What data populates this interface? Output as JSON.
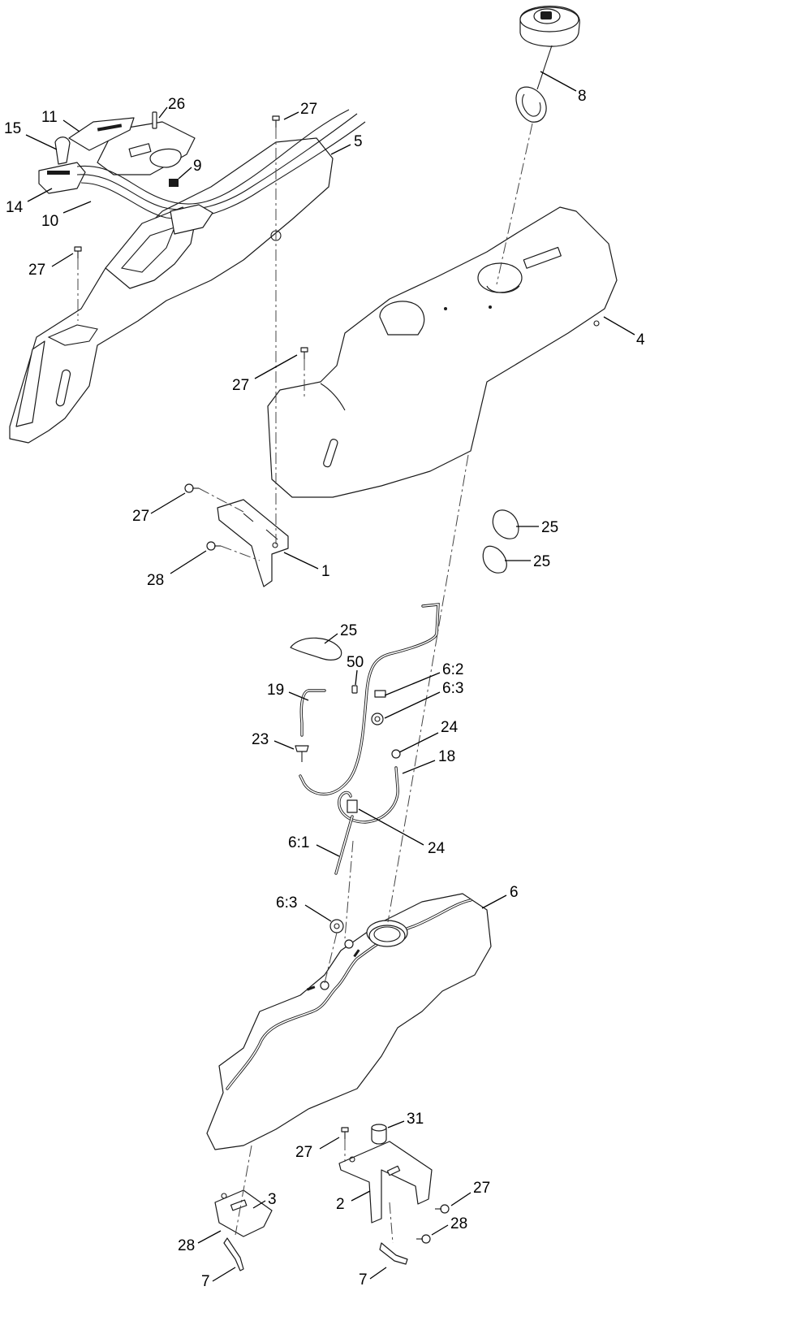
{
  "diagram": {
    "callouts": [
      {
        "id": "c-8",
        "label": "8"
      },
      {
        "id": "c-26",
        "label": "26"
      },
      {
        "id": "c-27a",
        "label": "27"
      },
      {
        "id": "c-11",
        "label": "11"
      },
      {
        "id": "c-15",
        "label": "15"
      },
      {
        "id": "c-5",
        "label": "5"
      },
      {
        "id": "c-9",
        "label": "9"
      },
      {
        "id": "c-14",
        "label": "14"
      },
      {
        "id": "c-10",
        "label": "10"
      },
      {
        "id": "c-27b",
        "label": "27"
      },
      {
        "id": "c-4",
        "label": "4"
      },
      {
        "id": "c-27c",
        "label": "27"
      },
      {
        "id": "c-27d",
        "label": "27"
      },
      {
        "id": "c-1",
        "label": "1"
      },
      {
        "id": "c-28a",
        "label": "28"
      },
      {
        "id": "c-25a",
        "label": "25"
      },
      {
        "id": "c-25b",
        "label": "25"
      },
      {
        "id": "c-25c",
        "label": "25"
      },
      {
        "id": "c-50",
        "label": "50"
      },
      {
        "id": "c-6-2",
        "label": "6:2"
      },
      {
        "id": "c-19",
        "label": "19"
      },
      {
        "id": "c-6-3a",
        "label": "6:3"
      },
      {
        "id": "c-24a",
        "label": "24"
      },
      {
        "id": "c-23",
        "label": "23"
      },
      {
        "id": "c-18",
        "label": "18"
      },
      {
        "id": "c-24b",
        "label": "24"
      },
      {
        "id": "c-6-1",
        "label": "6:1"
      },
      {
        "id": "c-6",
        "label": "6"
      },
      {
        "id": "c-6-3b",
        "label": "6:3"
      },
      {
        "id": "c-31",
        "label": "31"
      },
      {
        "id": "c-27e",
        "label": "27"
      },
      {
        "id": "c-27f",
        "label": "27"
      },
      {
        "id": "c-3",
        "label": "3"
      },
      {
        "id": "c-2",
        "label": "2"
      },
      {
        "id": "c-28b",
        "label": "28"
      },
      {
        "id": "c-28c",
        "label": "28"
      },
      {
        "id": "c-7a",
        "label": "7"
      },
      {
        "id": "c-7b",
        "label": "7"
      }
    ]
  }
}
